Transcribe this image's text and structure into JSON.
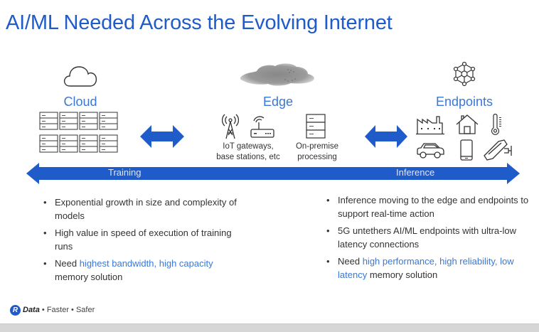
{
  "slide": {
    "title": "AI/ML Needed Across the Evolving Internet"
  },
  "sections": {
    "cloud": {
      "label": "Cloud",
      "icon": "cloud-outline-icon"
    },
    "edge": {
      "label": "Edge",
      "icon": "gray-cloud-icon",
      "items": [
        {
          "caption_line1": "IoT gateways,",
          "caption_line2": "base stations, etc",
          "icons": [
            "cell-tower-icon",
            "router-icon"
          ]
        },
        {
          "caption_line1": "On-premise",
          "caption_line2": "processing",
          "icons": [
            "server-rack-icon"
          ]
        }
      ]
    },
    "endpoints": {
      "label": "Endpoints",
      "icon": "network-hub-icon",
      "device_icons": [
        "factory-icon",
        "house-icon",
        "thermometer-icon",
        "car-icon",
        "smartphone-icon",
        "security-camera-icon"
      ]
    }
  },
  "flow_arrow": {
    "left_label": "Training",
    "right_label": "Inference",
    "color": "#1f5bc9"
  },
  "training_bullets": [
    {
      "text": "Exponential growth in size and complexity of models"
    },
    {
      "text": "High value in speed of execution of training runs"
    },
    {
      "prefix": "Need ",
      "highlight": "highest bandwidth, high capacity",
      "suffix": " memory solution"
    }
  ],
  "inference_bullets": [
    {
      "text": "Inference moving to the edge and endpoints to support real-time action"
    },
    {
      "text": "5G untethers AI/ML endpoints with ultra-low latency connections"
    },
    {
      "prefix": "Need ",
      "highlight": "high performance, high reliability, low latency",
      "suffix": " memory solution"
    }
  ],
  "footer": {
    "logo_letter": "R",
    "brand": "Data",
    "sep1": " • ",
    "word1": "Faster",
    "sep2": " • ",
    "word2": "Safer"
  },
  "colors": {
    "accent": "#1f5bc9",
    "highlight_text": "#3a78d6",
    "body_text": "#333333"
  }
}
